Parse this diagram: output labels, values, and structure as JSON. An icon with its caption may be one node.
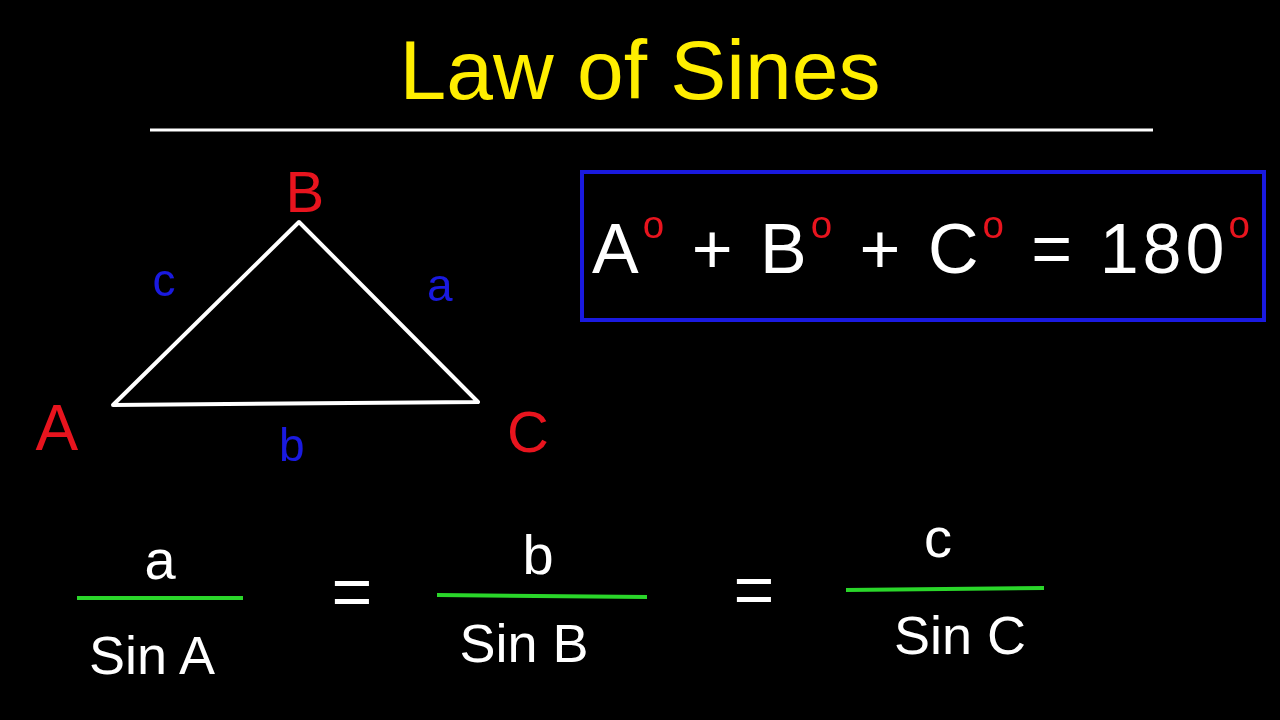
{
  "diagram": {
    "title": "Law of Sines",
    "nodes": [
      {
        "text": [
          "A$^{o}$ + B$^{o}$ + C$^{o}$ = 180$^{o}$"
        ]
      }
    ],
    "labels": [
      "B",
      "c",
      "a",
      "A",
      "C",
      "b",
      "a",
      "Sin A",
      "=",
      "b",
      "Sin B",
      "=",
      "c",
      "Sin C"
    ]
  }
}
